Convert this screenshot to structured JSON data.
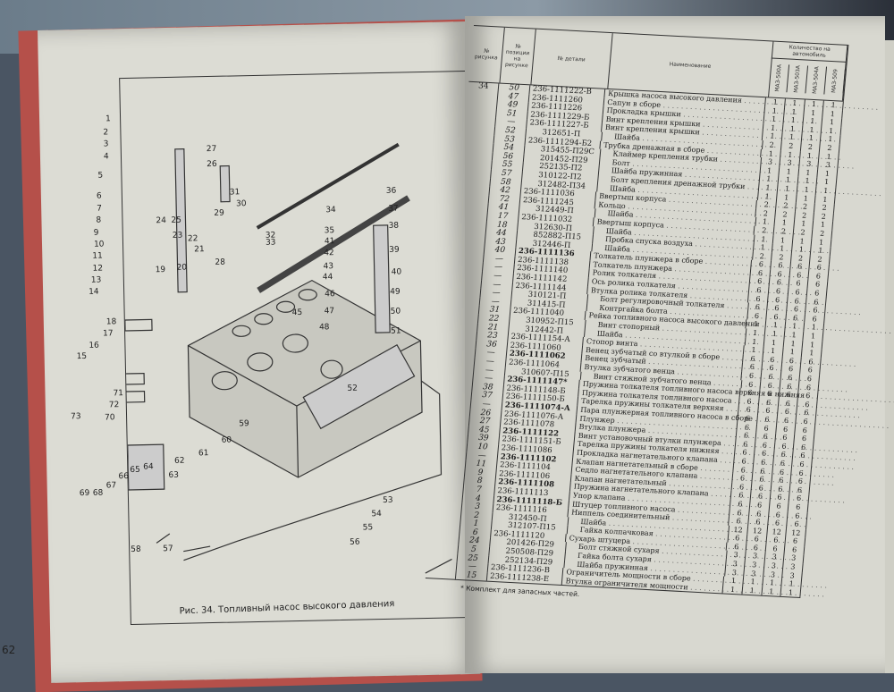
{
  "left_page": {
    "caption": "Рис. 34. Топливный насос высокого давления",
    "page_number": "62",
    "callouts": [
      "1",
      "2",
      "3",
      "4",
      "5",
      "6",
      "7",
      "8",
      "9",
      "10",
      "11",
      "12",
      "13",
      "14",
      "15",
      "16",
      "17",
      "18",
      "19",
      "20",
      "21",
      "22",
      "23",
      "24",
      "25",
      "26",
      "27",
      "28",
      "29",
      "30",
      "31",
      "32",
      "33",
      "34",
      "35",
      "36",
      "37",
      "38",
      "39",
      "40",
      "41",
      "42",
      "43",
      "44",
      "45",
      "46",
      "47",
      "48",
      "49",
      "50",
      "51",
      "52",
      "53",
      "54",
      "55",
      "56",
      "57",
      "58",
      "59",
      "60",
      "61",
      "62",
      "63",
      "64",
      "65",
      "66",
      "67",
      "68",
      "69",
      "70",
      "71",
      "72",
      "73"
    ]
  },
  "table": {
    "headers": {
      "figure": "№ рисунка",
      "position": "№ позиции на рисунке",
      "part_no": "№ детали",
      "name": "Наименование",
      "qty": "Количество на автомобиль",
      "models": [
        "МАЗ-500А",
        "МАЗ-503А",
        "МАЗ-504А",
        "МАЗ-509"
      ]
    },
    "figure": "34",
    "rows": [
      {
        "pos": "50",
        "part": "236-1111222-В",
        "name": "Крышка насоса высокого давления",
        "qty": "1"
      },
      {
        "pos": "47",
        "part": "236-1111260",
        "name": "Сапун в сборе",
        "qty": "1"
      },
      {
        "pos": "49",
        "part": "236-1111226",
        "name": "Прокладка крышки",
        "qty": "1"
      },
      {
        "pos": "51",
        "part": "236-1111229-Б",
        "name": "Винт крепления крышки",
        "qty": "1"
      },
      {
        "pos": "—",
        "part": "236-1111227-Б",
        "name": "Винт крепления крышки",
        "qty": "1"
      },
      {
        "pos": "52",
        "part": "312651-П",
        "name": "Шайба",
        "qty": "2",
        "ind": true
      },
      {
        "pos": "53",
        "part": "236-1111294-Б2",
        "name": "Трубка дренажная в сборе",
        "qty": "1"
      },
      {
        "pos": "54",
        "part": "315455-П29С",
        "name": "Клаймер крепления трубки",
        "qty": "3",
        "ind": true
      },
      {
        "pos": "56",
        "part": "201452-П29",
        "name": "Болт",
        "qty": "1",
        "ind": true
      },
      {
        "pos": "55",
        "part": "252135-П2",
        "name": "Шайба пружинная",
        "qty": "1",
        "ind": true
      },
      {
        "pos": "57",
        "part": "310122-П2",
        "name": "Болт крепления дренажной трубки",
        "qty": "1",
        "ind": true
      },
      {
        "pos": "58",
        "part": "312482-П34",
        "name": "Шайба",
        "qty": "1",
        "ind": true
      },
      {
        "pos": "42",
        "part": "236-1111036",
        "name": "Ввертыш корпуса",
        "qty": "2"
      },
      {
        "pos": "72",
        "part": "236-1111245",
        "name": "Кольцо",
        "qty": "2"
      },
      {
        "pos": "41",
        "part": "312449-П",
        "name": "Шайба",
        "qty": "1",
        "ind": true
      },
      {
        "pos": "17",
        "part": "236-1111032",
        "name": "Ввертыш корпуса",
        "qty": "2"
      },
      {
        "pos": "18",
        "part": "312630-П",
        "name": "Шайба",
        "qty": "1",
        "ind": true
      },
      {
        "pos": "44",
        "part": "852882-П15",
        "name": "Пробка спуска воздуха",
        "qty": "1",
        "ind": true
      },
      {
        "pos": "43",
        "part": "312446-П",
        "name": "Шайба",
        "qty": "2",
        "ind": true
      },
      {
        "pos": "40",
        "part": "236-1111136",
        "name": "Толкатель плунжера в сборе",
        "qty": "6",
        "bold": true
      },
      {
        "pos": "—",
        "part": "236-1111138",
        "name": "Толкатель плунжера",
        "qty": "6"
      },
      {
        "pos": "—",
        "part": "236-1111140",
        "name": "Ролик толкателя",
        "qty": "6"
      },
      {
        "pos": "—",
        "part": "236-1111142",
        "name": "Ось ролика толкателя",
        "qty": "6"
      },
      {
        "pos": "—",
        "part": "236-1111144",
        "name": "Втулка ролика толкателя",
        "qty": "6"
      },
      {
        "pos": "—",
        "part": "310121-П",
        "name": "Болт регулировочный толкателя",
        "qty": "6",
        "ind": true
      },
      {
        "pos": "—",
        "part": "311415-П",
        "name": "Контргайка болта",
        "qty": "6",
        "ind": true
      },
      {
        "pos": "31",
        "part": "236-1111040",
        "name": "Рейка топливного насоса высокого давления",
        "qty": "1"
      },
      {
        "pos": "22",
        "part": "310952-П15",
        "name": "Винт стопорный",
        "qty": "1",
        "ind": true
      },
      {
        "pos": "21",
        "part": "312442-П",
        "name": "Шайба",
        "qty": "1",
        "ind": true
      },
      {
        "pos": "23",
        "part": "236-1111154-А",
        "name": "Стопор винта",
        "qty": "1"
      },
      {
        "pos": "36",
        "part": "236-1111060",
        "name": "Венец зубчатый со втулкой в сборе",
        "qty": "6"
      },
      {
        "pos": "—",
        "part": "236-1111062",
        "name": "Венец зубчатый",
        "qty": "6",
        "bold": true
      },
      {
        "pos": "—",
        "part": "236-1111064",
        "name": "Втулка зубчатого венца",
        "qty": "6"
      },
      {
        "pos": "—",
        "part": "310607-П15",
        "name": "Винт стяжной зубчатого венца",
        "qty": "6",
        "ind": true
      },
      {
        "pos": "—",
        "part": "236-1111147*",
        "name": "Пружина толкателя топливного насоса верхняя и нижняя",
        "qty": "6",
        "bold": true
      },
      {
        "pos": "38",
        "part": "236-1111148-Б",
        "name": "Пружина толкателя топливного насоса",
        "qty": "6"
      },
      {
        "pos": "37",
        "part": "236-1111150-Б",
        "name": "Тарелка пружины толкателя верхняя",
        "qty": "6"
      },
      {
        "pos": "—",
        "part": "236-1111074-А",
        "name": "Пара плунжерная топливного насоса в сборе",
        "qty": "6",
        "bold": true
      },
      {
        "pos": "26",
        "part": "236-1111076-А",
        "name": "Плунжер",
        "qty": "6"
      },
      {
        "pos": "27",
        "part": "236-1111078",
        "name": "Втулка плунжера",
        "qty": "6"
      },
      {
        "pos": "45",
        "part": "236-1111122",
        "name": "Винт установочный втулки плунжера",
        "qty": "6",
        "bold": true
      },
      {
        "pos": "39",
        "part": "236-1111151-Б",
        "name": "Тарелка пружины толкателя нижняя",
        "qty": "6"
      },
      {
        "pos": "10",
        "part": "236-1111086",
        "name": "Прокладка нагнетательного клапана",
        "qty": "6"
      },
      {
        "pos": "—",
        "part": "236-1111102",
        "name": "Клапан нагнетательный в сборе",
        "qty": "6",
        "bold": true
      },
      {
        "pos": "11",
        "part": "236-1111104",
        "name": "Седло нагнетательного клапана",
        "qty": "6"
      },
      {
        "pos": "9",
        "part": "236-1111106",
        "name": "Клапан нагнетательный",
        "qty": "6"
      },
      {
        "pos": "8",
        "part": "236-1111108",
        "name": "Пружина нагнетательного клапана",
        "qty": "6",
        "bold": true
      },
      {
        "pos": "7",
        "part": "236-1111113",
        "name": "Упор клапана",
        "qty": "6"
      },
      {
        "pos": "4",
        "part": "236-1111118-Б",
        "name": "Штуцер топливного насоса",
        "qty": "6",
        "bold": true
      },
      {
        "pos": "3",
        "part": "236-1111116",
        "name": "Ниппель соединительный",
        "qty": "6"
      },
      {
        "pos": "2",
        "part": "312450-П",
        "name": "Шайба",
        "qty": "12",
        "ind": true
      },
      {
        "pos": "1",
        "part": "312107-П15",
        "name": "Гайка колпачковая",
        "qty": "6",
        "ind": true
      },
      {
        "pos": "6",
        "part": "236-1111120",
        "name": "Сухарь штуцера",
        "qty": "6"
      },
      {
        "pos": "24",
        "part": "201426-П29",
        "name": "Болт стяжной сухаря",
        "qty": "3",
        "ind": true
      },
      {
        "pos": "5",
        "part": "250508-П29",
        "name": "Гайка болта сухаря",
        "qty": "3",
        "ind": true
      },
      {
        "pos": "25",
        "part": "252134-П29",
        "name": "Шайба пружинная",
        "qty": "3",
        "ind": true
      },
      {
        "pos": "—",
        "part": "236-1111236-В",
        "name": "Ограничитель мощности в сборе",
        "qty": "1"
      },
      {
        "pos": "15",
        "part": "236-1111238-Е",
        "name": "Втулка ограничителя мощности",
        "qty": "1"
      }
    ],
    "footnote": "* Комплект для запасных частей."
  }
}
